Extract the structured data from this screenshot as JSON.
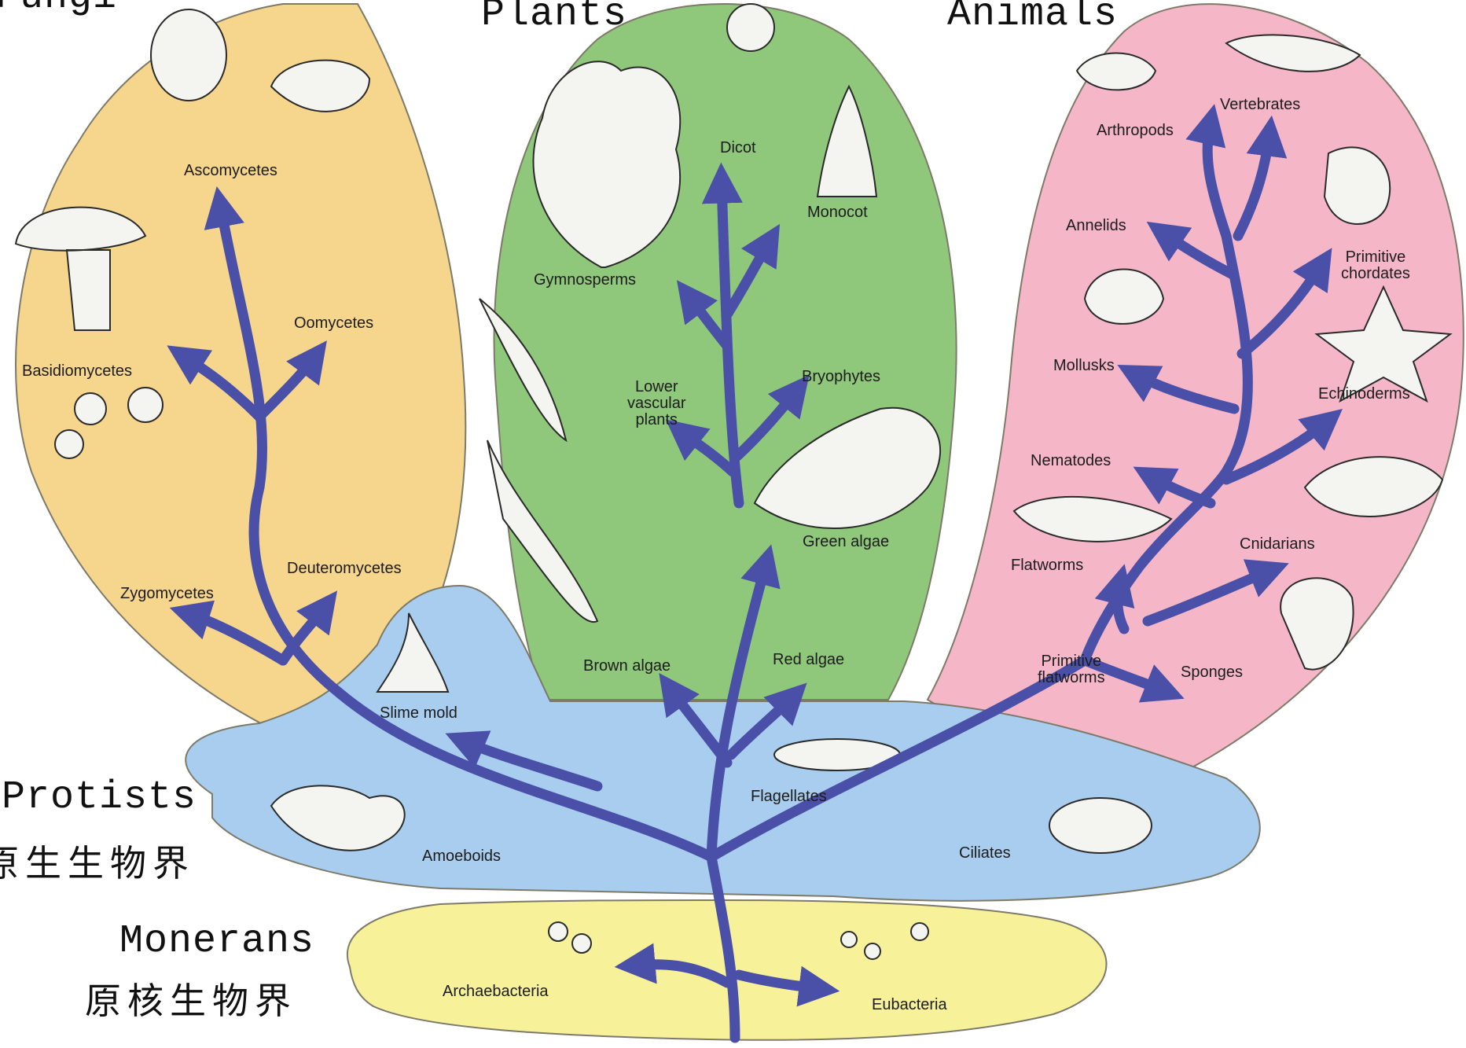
{
  "kingdoms": {
    "fungi": {
      "title": "Fungi"
    },
    "plants": {
      "title": "Plants"
    },
    "animals": {
      "title": "Animals"
    },
    "protists": {
      "title": "Protists",
      "chinese": "原生生物界"
    },
    "monerans": {
      "title": "Monerans",
      "chinese": "原核生物界"
    }
  },
  "fungi_groups": {
    "ascomycetes": "Ascomycetes",
    "basidiomycetes": "Basidiomycetes",
    "oomycetes": "Oomycetes",
    "zygomycetes": "Zygomycetes",
    "deuteromycetes": "Deuteromycetes"
  },
  "plant_groups": {
    "dicot": "Dicot",
    "monocot": "Monocot",
    "gymnosperms": "Gymnosperms",
    "lower_vascular_plants": "Lower\nvascular\nplants",
    "bryophytes": "Bryophytes",
    "green_algae": "Green algae",
    "brown_algae": "Brown algae",
    "red_algae": "Red algae"
  },
  "animal_groups": {
    "arthropods": "Arthropods",
    "vertebrates": "Vertebrates",
    "annelids": "Annelids",
    "primitive_chordates": "Primitive\nchordates",
    "mollusks": "Mollusks",
    "echinoderms": "Echinoderms",
    "nematodes": "Nematodes",
    "flatworms": "Flatworms",
    "cnidarians": "Cnidarians",
    "primitive_flatworms": "Primitive\nflatworms",
    "sponges": "Sponges"
  },
  "protist_groups": {
    "slime_mold": "Slime mold",
    "flagellates": "Flagellates",
    "amoeboids": "Amoeboids",
    "ciliates": "Ciliates"
  },
  "moneran_groups": {
    "archaebacteria": "Archaebacteria",
    "eubacteria": "Eubacteria"
  },
  "colors": {
    "fungi_region": "#f6d58c",
    "plants_region": "#8fc77b",
    "animals_region": "#f5b7c8",
    "protists_region": "#a8cdef",
    "monerans_region": "#f7f29a",
    "tree_branches": "#4a4fa8",
    "outline": "#7d7a6a"
  }
}
